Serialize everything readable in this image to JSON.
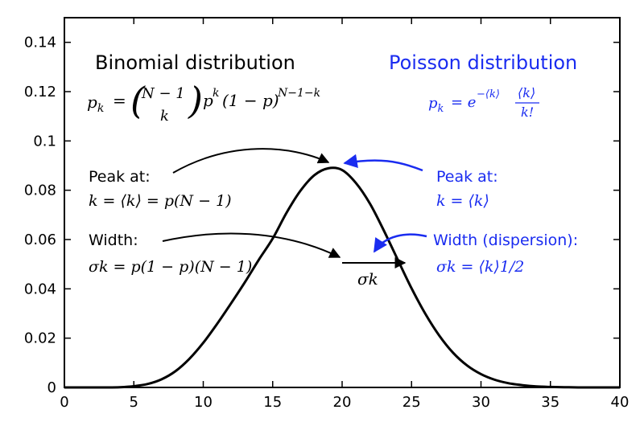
{
  "chart_data": {
    "type": "line",
    "title": "",
    "xlabel": "",
    "ylabel": "",
    "xlim": [
      0,
      40
    ],
    "ylim": [
      0,
      0.15
    ],
    "x_ticks": [
      "0",
      "5",
      "10",
      "15",
      "20",
      "25",
      "30",
      "35",
      "40"
    ],
    "y_ticks": [
      "0",
      "0.02",
      "0.04",
      "0.06",
      "0.08",
      "0.1",
      "0.12",
      "0.14"
    ],
    "grid": false,
    "series": [
      {
        "color": "#000000",
        "x": [
          0,
          1,
          2,
          3,
          4,
          5,
          6,
          7,
          8,
          9,
          10,
          11,
          12,
          13,
          14,
          15,
          16,
          17,
          18,
          19,
          20,
          21,
          22,
          23,
          24,
          25,
          26,
          27,
          28,
          29,
          30,
          31,
          32,
          33,
          34,
          35,
          36,
          37,
          38,
          39,
          40
        ],
        "values": [
          0,
          0,
          0,
          0,
          0.0001,
          0.0005,
          0.0014,
          0.0033,
          0.0066,
          0.0116,
          0.0181,
          0.0258,
          0.0341,
          0.0427,
          0.0518,
          0.0604,
          0.0709,
          0.0798,
          0.0861,
          0.0889,
          0.0882,
          0.0829,
          0.0746,
          0.0637,
          0.0519,
          0.0402,
          0.0298,
          0.021,
          0.014,
          0.0089,
          0.0054,
          0.0031,
          0.0017,
          0.0009,
          0.0004,
          0.0002,
          0.0001,
          0,
          0,
          0,
          0
        ]
      }
    ]
  },
  "annotations": {
    "binomial_title": "Binomial distribution",
    "binomial_formula_lhs": "p",
    "binomial_formula_sub": "k",
    "binomial_formula_eq": "=",
    "binomial_formula_top": "N − 1",
    "binomial_formula_bottom": "k",
    "binomial_formula_rest": "p",
    "binomial_formula_exp1": "k",
    "binomial_formula_mid": "(1 − p)",
    "binomial_formula_exp2": "N−1−k",
    "poisson_title": "Poisson distribution",
    "poisson_formula": "pk = e−⟨k⟩ ⟨k⟩/k!",
    "poisson_formula_lhs": "p",
    "poisson_formula_sub": "k",
    "poisson_formula_eq": "= e",
    "poisson_formula_exp": "−⟨k⟩",
    "poisson_formula_num": "⟨k⟩",
    "poisson_formula_den": "k!",
    "peak_label_left": "Peak at:",
    "peak_formula_left": "k = ⟨k⟩ = p(N − 1)",
    "width_label_left": "Width:",
    "width_formula_left": "σk = p(1 − p)(N − 1)",
    "peak_label_right": "Peak at:",
    "peak_formula_right": "k = ⟨k⟩",
    "width_label_right": "Width (dispersion):",
    "width_formula_right": "σk = ⟨k⟩1/2",
    "sigma_label": "σk"
  },
  "colors": {
    "binomial": "#000000",
    "poisson": "#1a2cf0"
  }
}
